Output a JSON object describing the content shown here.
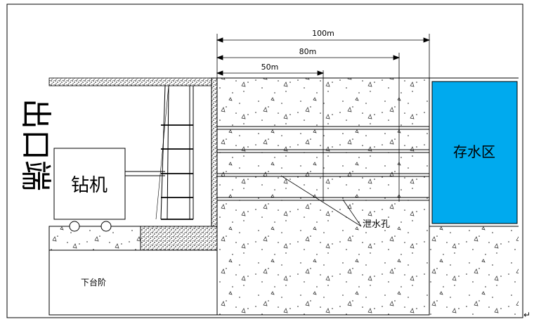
{
  "labels": {
    "exit": "出口端",
    "drill": "钻机",
    "storage": "存水区",
    "lower_bench": "下台阶",
    "drain_hole": "泄水孔"
  },
  "dimensions": [
    {
      "text": "100m",
      "meters": 100
    },
    {
      "text": "80m",
      "meters": 80
    },
    {
      "text": "50m",
      "meters": 50
    }
  ],
  "colors": {
    "storage": "#00aaee",
    "line": "#000000"
  },
  "return_mark": "↵"
}
